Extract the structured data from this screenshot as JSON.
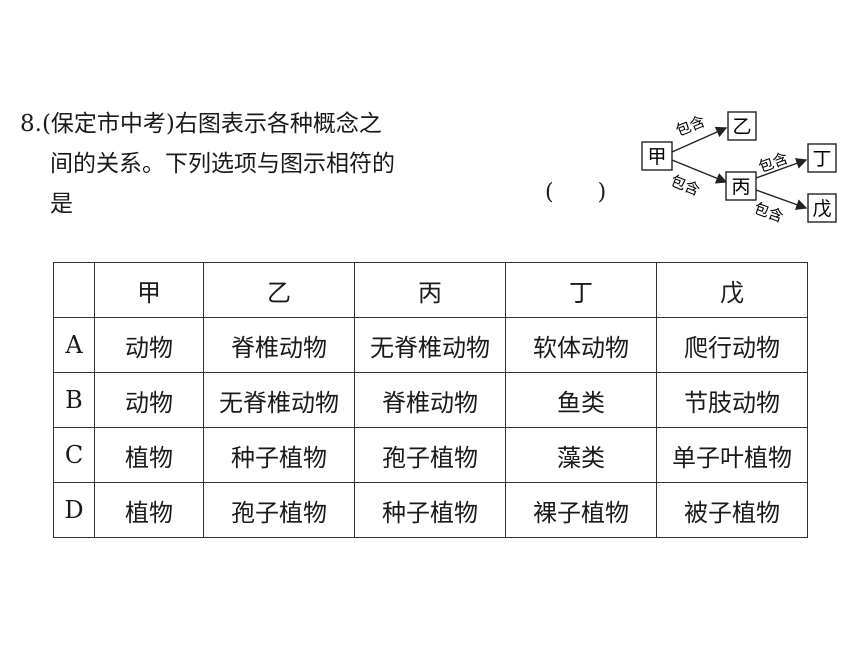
{
  "question": {
    "number": "8.",
    "source": "(保定市中考)",
    "line1_text": "右图表示各种概念之",
    "line2": "间的关系。下列选项与图示相符的",
    "line3": "是",
    "answer_paren": [
      "(",
      ")"
    ]
  },
  "diagram": {
    "nodes": {
      "jia": "甲",
      "yi": "乙",
      "bing": "丙",
      "ding": "丁",
      "wu": "戊"
    },
    "edge_label": "包含"
  },
  "table": {
    "headers": [
      "",
      "甲",
      "乙",
      "丙",
      "丁",
      "戊"
    ],
    "rows": [
      [
        "A",
        "动物",
        "脊椎动物",
        "无脊椎动物",
        "软体动物",
        "爬行动物"
      ],
      [
        "B",
        "动物",
        "无脊椎动物",
        "脊椎动物",
        "鱼类",
        "节肢动物"
      ],
      [
        "C",
        "植物",
        "种子植物",
        "孢子植物",
        "藻类",
        "单子叶植物"
      ],
      [
        "D",
        "植物",
        "孢子植物",
        "种子植物",
        "裸子植物",
        "被子植物"
      ]
    ]
  }
}
